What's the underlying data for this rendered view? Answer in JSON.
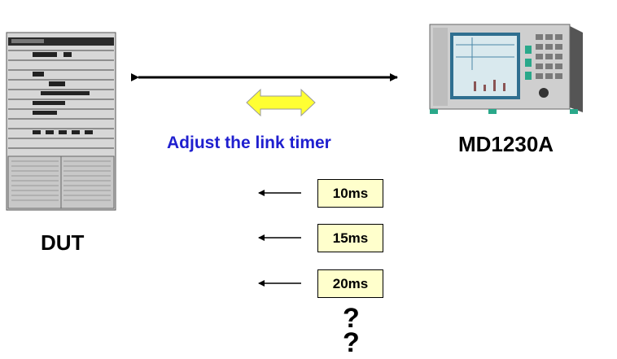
{
  "devices": {
    "dut": {
      "label": "DUT"
    },
    "tester": {
      "label": "MD1230A"
    }
  },
  "link": {
    "label": "Adjust the link timer"
  },
  "timers": [
    {
      "label": "10ms"
    },
    {
      "label": "15ms"
    },
    {
      "label": "20ms"
    }
  ],
  "unknown": [
    "?",
    "?"
  ]
}
